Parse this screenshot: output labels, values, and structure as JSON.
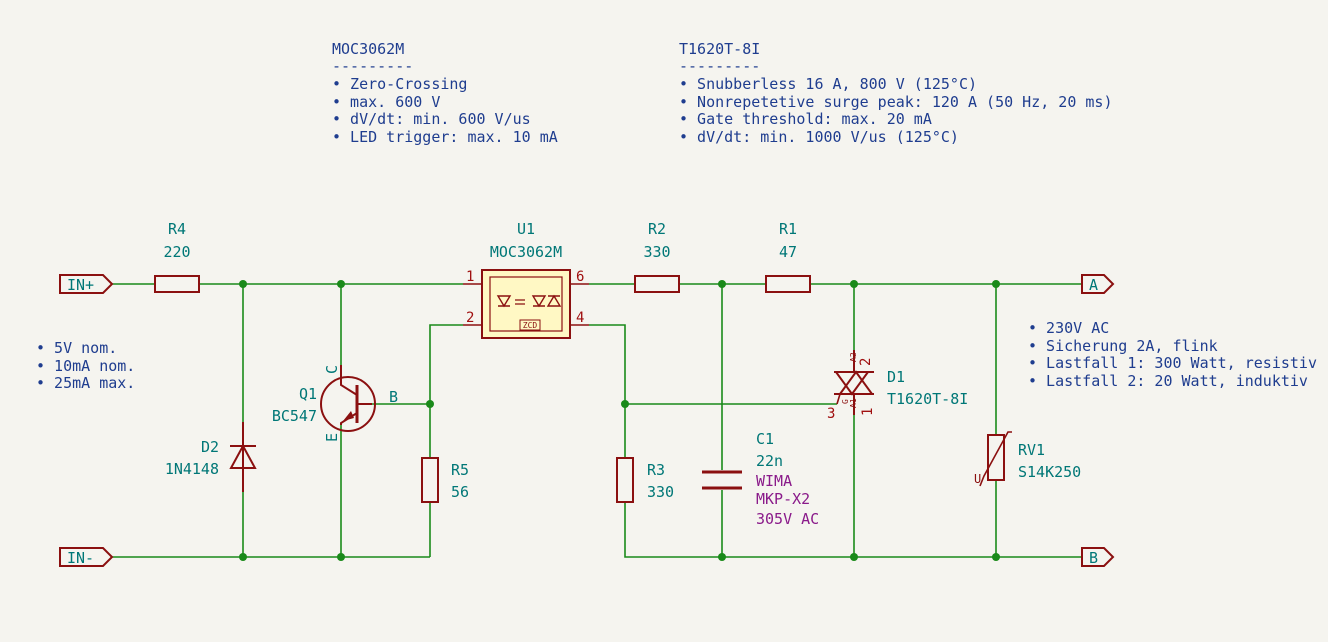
{
  "notes": {
    "moc_title": "MOC3062M",
    "moc_underline": "---------",
    "moc_lines": [
      "• Zero-Crossing",
      "• max. 600 V",
      "• dV/dt: min. 600 V/us",
      "• LED trigger: max. 10 mA"
    ],
    "triac_title": "T1620T-8I",
    "triac_underline": "---------",
    "triac_lines": [
      "• Snubberless 16 A, 800 V (125°C)",
      "• Nonrepetetive surge peak: 120 A (50 Hz, 20 ms)",
      "• Gate threshold: max. 20 mA",
      "• dV/dt: min. 1000 V/us (125°C)"
    ],
    "input_lines": [
      "• 5V nom.",
      "• 10mA nom.",
      "• 25mA max."
    ],
    "output_lines": [
      "• 230V AC",
      "• Sicherung 2A, flink",
      "• Lastfall 1: 300 Watt, resistiv",
      "• Lastfall 2: 20 Watt, induktiv"
    ]
  },
  "ports": {
    "in_plus": "IN+",
    "in_minus": "IN-",
    "a": "A",
    "b": "B"
  },
  "components": {
    "r4": {
      "ref": "R4",
      "value": "220"
    },
    "r2": {
      "ref": "R2",
      "value": "330"
    },
    "r1": {
      "ref": "R1",
      "value": "47"
    },
    "r5": {
      "ref": "R5",
      "value": "56"
    },
    "r3": {
      "ref": "R3",
      "value": "330"
    },
    "u1": {
      "ref": "U1",
      "value": "MOC3062M",
      "pins": [
        "1",
        "2",
        "6",
        "4"
      ],
      "zcd": "ZCD"
    },
    "q1": {
      "ref": "Q1",
      "value": "BC547",
      "pin_c": "C",
      "pin_e": "E",
      "pin_b": "B"
    },
    "d2": {
      "ref": "D2",
      "value": "1N4148"
    },
    "d1": {
      "ref": "D1",
      "value": "T1620T-8I",
      "pin_a2": "2",
      "pin_a1": "1",
      "pin_g": "3",
      "lbl_a2": "A2",
      "lbl_a1": "A1",
      "lbl_g": "G"
    },
    "c1": {
      "ref": "C1",
      "value": "22n",
      "extra": [
        "WIMA",
        "MKP-X2",
        "305V AC"
      ]
    },
    "rv1": {
      "ref": "RV1",
      "value": "S14K250",
      "lbl_u": "U"
    }
  }
}
